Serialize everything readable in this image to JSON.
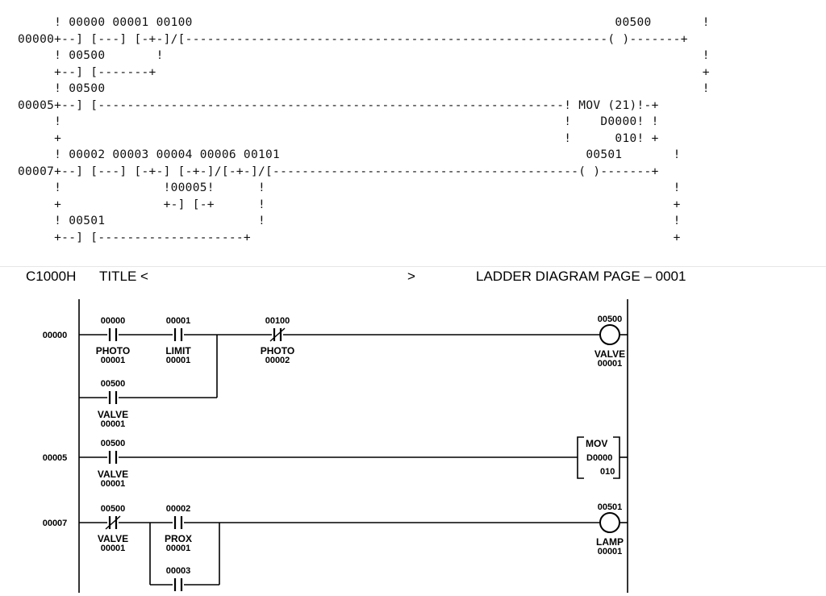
{
  "ascii_listing": {
    "lines": [
      "     ! 00000 00001 00100                                                          00500       !",
      "00000+--] [---] [-+-]/[----------------------------------------------------------( )-------+",
      "     ! 00500       !                                                                          !",
      "     +--] [-------+                                                                           +",
      "     ! 00500                                                                                  !",
      "00005+--] [----------------------------------------------------------------! MOV (21)!-+",
      "     !                                                                     !    D0000! !",
      "     +                                                                     !      010! +",
      "     ! 00002 00003 00004 00006 00101                                          00501       !",
      "00007+--] [---] [-+-] [-+-]/[-+-]/[------------------------------------------( )-------+",
      "     !              !00005!      !                                                        !",
      "     +              +-] [-+      !                                                        +",
      "     ! 00501                     !                                                        !",
      "     +--] [--------------------+                                                          +"
    ]
  },
  "header": {
    "model": "C1000H",
    "title_label": "TITLE <",
    "title_close": ">",
    "page_label": "LADDER DIAGRAM PAGE – 0001"
  },
  "ladder": {
    "rungs": [
      {
        "address": "00000",
        "contacts": [
          {
            "address": "00000",
            "type": "NO",
            "comment": "PHOTO",
            "comment_num": "00001"
          },
          {
            "address": "00001",
            "type": "NO",
            "comment": "LIMIT",
            "comment_num": "00001"
          },
          {
            "address": "00100",
            "type": "NC",
            "comment": "PHOTO",
            "comment_num": "00002"
          }
        ],
        "branch": {
          "address": "00500",
          "type": "NO",
          "comment": "VALVE",
          "comment_num": "00001"
        },
        "output": {
          "kind": "coil",
          "address": "00500",
          "comment": "VALVE",
          "comment_num": "00001"
        }
      },
      {
        "address": "00005",
        "contacts": [
          {
            "address": "00500",
            "type": "NO",
            "comment": "VALVE",
            "comment_num": "00001"
          }
        ],
        "output": {
          "kind": "instruction",
          "mnemonic": "MOV",
          "operand1": "D0000",
          "operand2": "010"
        }
      },
      {
        "address": "00007",
        "contacts": [
          {
            "address": "00500",
            "type": "NC",
            "comment": "VALVE",
            "comment_num": "00001"
          },
          {
            "address": "00002",
            "type": "NO",
            "comment": "PROX",
            "comment_num": "00001"
          }
        ],
        "branch": {
          "address": "00003",
          "type": "NO"
        },
        "output": {
          "kind": "coil",
          "address": "00501",
          "comment": "LAMP",
          "comment_num": "00001"
        }
      }
    ]
  }
}
